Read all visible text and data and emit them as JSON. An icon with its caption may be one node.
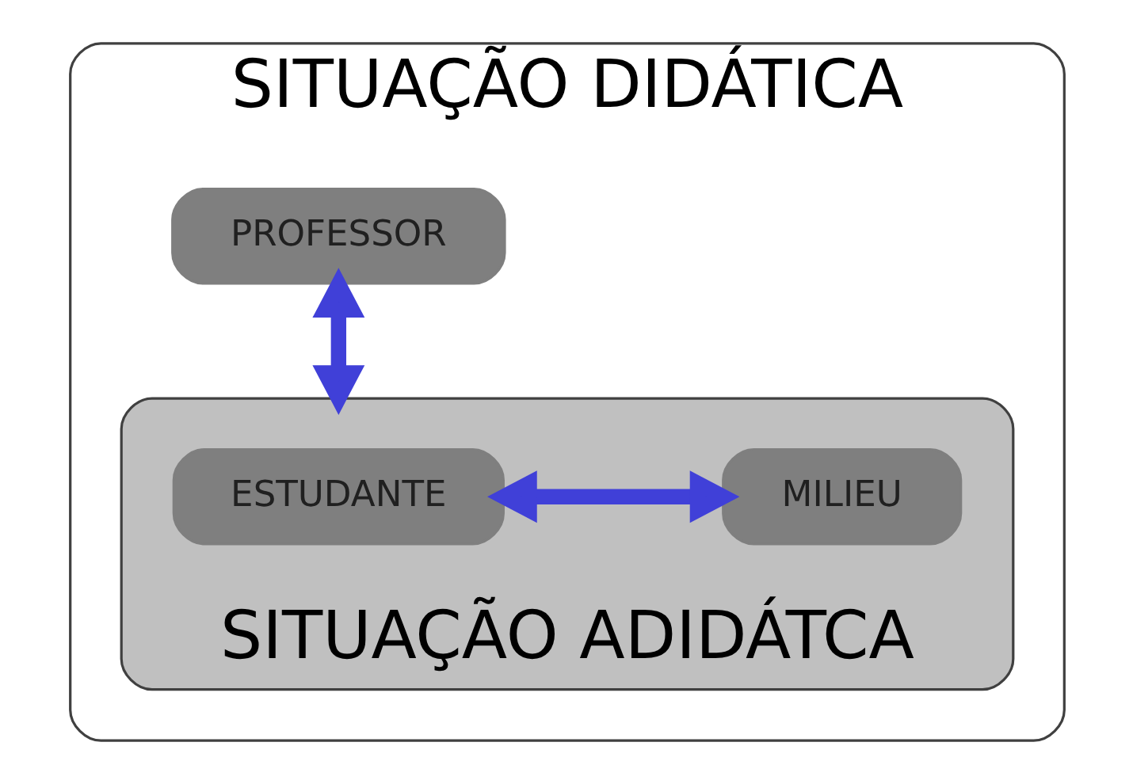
{
  "diagram": {
    "nodes": [
      {
        "text": [
          "SITUAÇÃO DIDÁTICA"
        ]
      },
      {
        "text": [
          "PROFESSOR"
        ],
        "in": 0
      },
      {
        "text": [
          "SITUAÇÃO ADIDÁTCA"
        ],
        "in": 0
      },
      {
        "text": [
          "ESTUDANTE"
        ],
        "in": 2
      },
      {
        "text": [
          "MILIEU"
        ],
        "in": 2
      }
    ],
    "edges": [
      {
        "from": 1,
        "to": 2,
        "arrow": "both"
      },
      {
        "from": 3,
        "to": 4,
        "arrow": "both"
      }
    ]
  }
}
